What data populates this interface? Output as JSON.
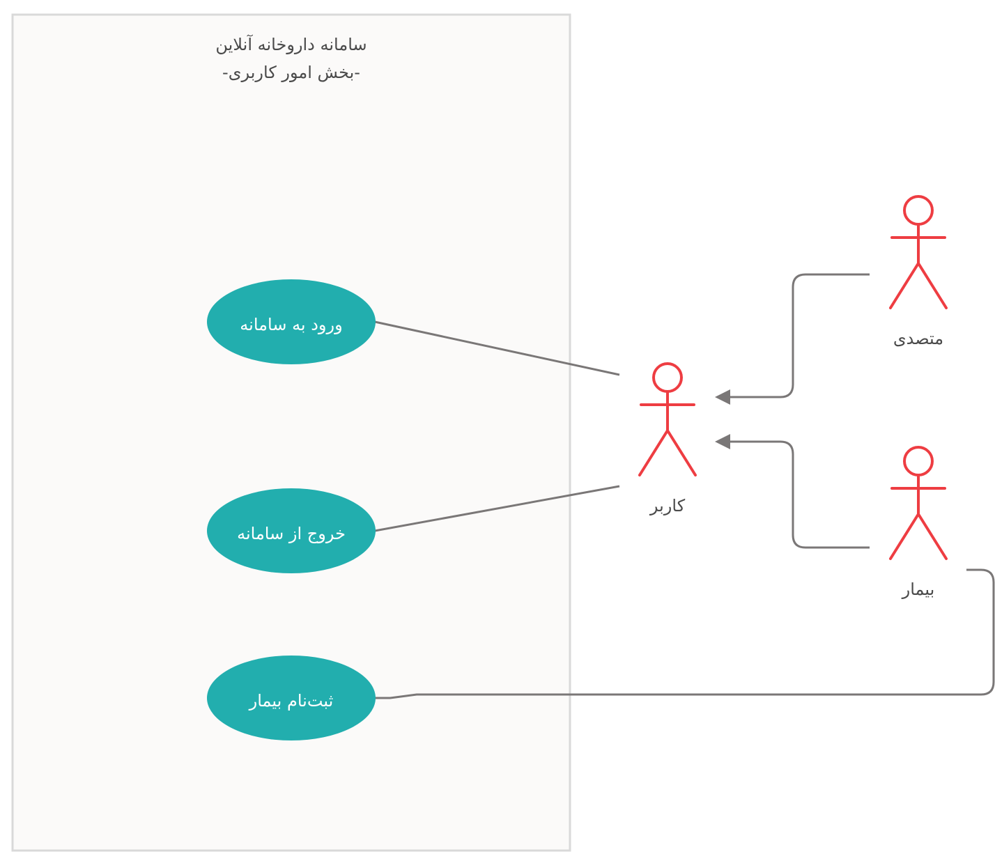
{
  "system": {
    "title_line1": "سامانه داروخانه آنلاین",
    "title_line2": "-بخش امور کاربری-"
  },
  "use_cases": [
    {
      "id": "login",
      "label": "ورود به سامانه"
    },
    {
      "id": "logout",
      "label": "خروج از سامانه"
    },
    {
      "id": "register",
      "label": "ثبت‌نام بیمار"
    }
  ],
  "actors": [
    {
      "id": "user",
      "label": "کاربر"
    },
    {
      "id": "operator",
      "label": "متصدی"
    },
    {
      "id": "patient",
      "label": "بیمار"
    }
  ],
  "colors": {
    "boundary_fill": "#fbfaf9",
    "boundary_stroke": "#d9d9d9",
    "usecase_fill": "#22aeae",
    "usecase_text": "#ffffff",
    "actor_stroke": "#ee3d42",
    "line": "#7a7777",
    "text": "#4a4a4a"
  }
}
